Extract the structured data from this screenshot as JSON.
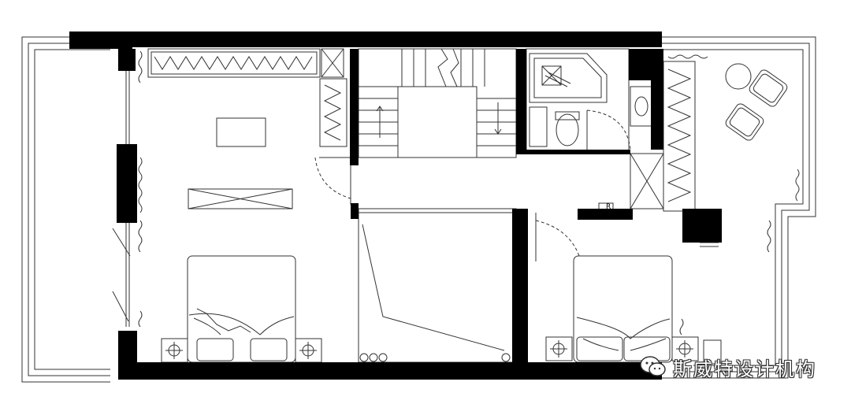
{
  "plan": {
    "electrical_symbol": "R",
    "stair_arrows": [
      "up-arrow",
      "down-arrow"
    ]
  },
  "watermark": {
    "icon": "wechat-icon",
    "text": "斯威特设计机构"
  },
  "colors": {
    "wall": "#000000",
    "line": "#333333",
    "background": "#ffffff"
  }
}
